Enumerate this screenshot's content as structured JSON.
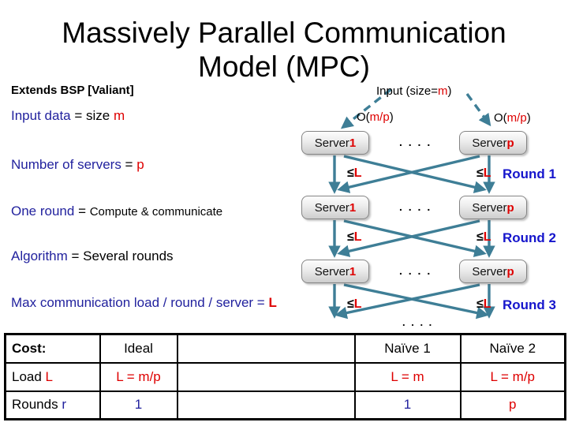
{
  "title": {
    "line1": "Massively Parallel Communication",
    "line2": "Model (MPC)"
  },
  "left_panel": {
    "extends": "Extends BSP [Valiant]",
    "input_data": {
      "blue": "Input data",
      "black": " = size ",
      "red": "m"
    },
    "servers": {
      "blue": "Number of servers",
      "black": " = ",
      "red": "p"
    },
    "one_round": {
      "blue": "One round",
      "black": " = ",
      "small": "Compute & communicate"
    },
    "algorithm": {
      "blue": "Algorithm",
      "black": " = Several rounds"
    },
    "max_load": {
      "blue": "Max communication load / round / server = ",
      "red": "L"
    }
  },
  "diagram": {
    "input_label": {
      "pre": "Input (size=",
      "red": "m",
      "post": ")"
    },
    "bandwidth_left": {
      "pre": "O(",
      "red": "m/p",
      "post": ")"
    },
    "bandwidth_right": {
      "pre": "O(",
      "red": "m/p",
      "post": ")"
    },
    "server_rows": [
      {
        "left": {
          "name": "Server ",
          "num": "1"
        },
        "dots": ". . . .",
        "right": {
          "name": "Server ",
          "num": "p"
        }
      },
      {
        "left": {
          "name": "Server ",
          "num": "1"
        },
        "dots": ". . . .",
        "right": {
          "name": "Server ",
          "num": "p"
        }
      },
      {
        "left": {
          "name": "Server ",
          "num": "1"
        },
        "dots": ". . . .",
        "right": {
          "name": "Server ",
          "num": "p"
        }
      }
    ],
    "rounds": [
      {
        "leq": "≤",
        "l": "L",
        "label": "Round 1"
      },
      {
        "leq": "≤",
        "l": "L",
        "label": "Round 2"
      },
      {
        "leq": "≤",
        "l": "L",
        "label": "Round 3"
      }
    ],
    "bottom_dots": ". . . ."
  },
  "table": {
    "header": {
      "cost": "Cost:",
      "ideal": "Ideal",
      "naive1": "Naïve 1",
      "naive2": "Naïve 2"
    },
    "load_row": {
      "label": "Load ",
      "label_red": "L",
      "ideal": "L = m/p",
      "naive1": "L = m",
      "naive2": "L = m/p"
    },
    "rounds_row": {
      "label": "Rounds ",
      "label_blue": "r",
      "ideal": "1",
      "naive1": "1",
      "naive2": "p"
    }
  },
  "colors": {
    "blue": "#22229E",
    "red": "#DE0000",
    "round_blue": "#1515CC",
    "arrow": "#3E7E96"
  }
}
